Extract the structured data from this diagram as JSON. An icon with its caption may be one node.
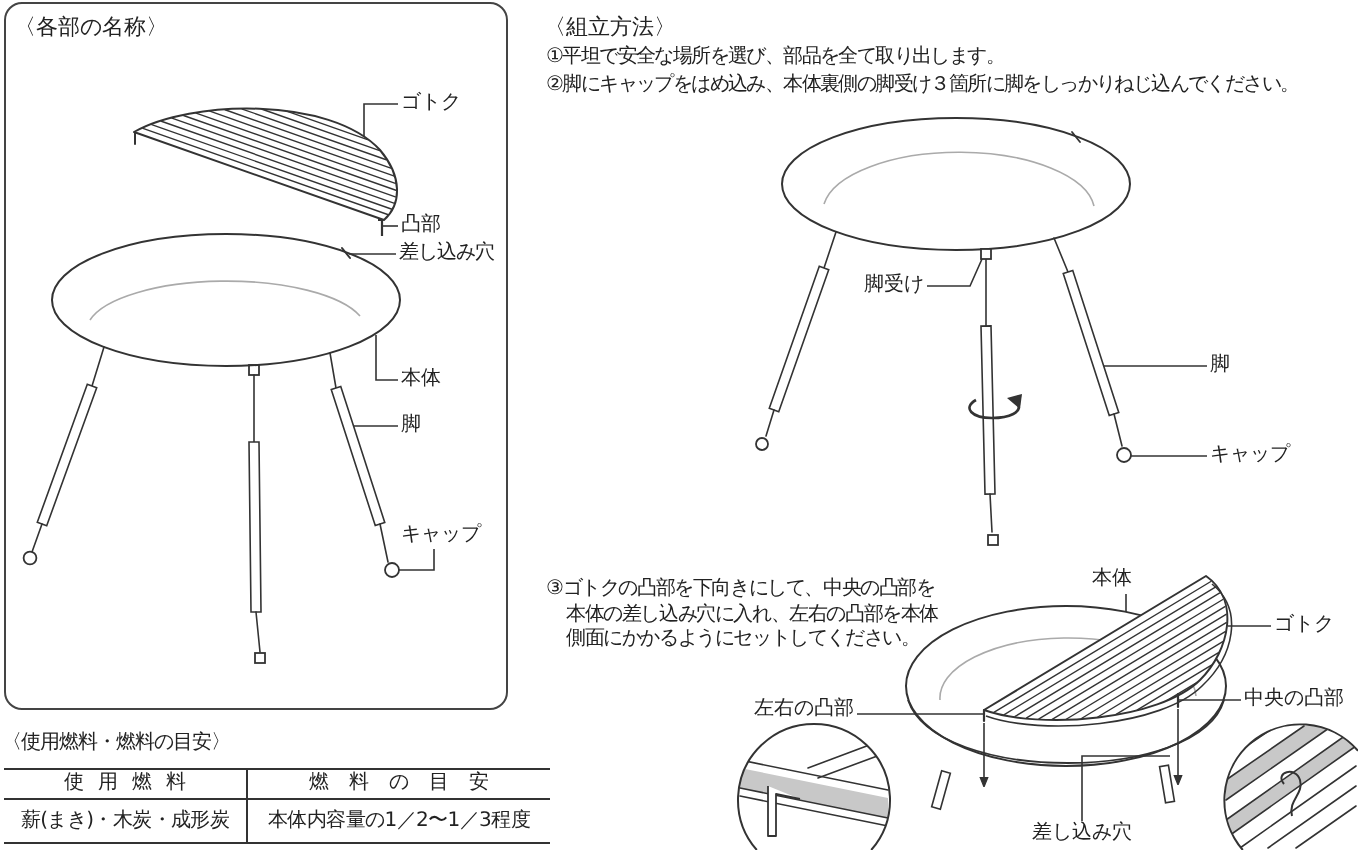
{
  "diagram": {
    "nodes": [
      {
        "text": [
          "〈各部の名称〉"
        ]
      },
      {
        "text": [
          "ゴトク"
        ],
        "in": 0
      },
      {
        "text": [
          "凸部"
        ],
        "in": 0
      },
      {
        "text": [
          "差し込み穴"
        ],
        "in": 0
      },
      {
        "text": [
          "本体"
        ],
        "in": 0
      },
      {
        "text": [
          "脚"
        ],
        "in": 0
      },
      {
        "text": [
          "キャップ"
        ],
        "in": 0
      },
      {
        "text": [],
        "shape": "picture",
        "in": 0
      },
      {
        "text": [],
        "shape": "picture",
        "in": 0
      },
      {
        "text": [],
        "shape": "picture",
        "in": 0
      },
      {
        "text": [],
        "shape": "picture",
        "in": 9
      },
      {
        "text": [],
        "shape": "picture",
        "in": 0
      },
      {
        "text": [],
        "shape": "circle",
        "in": 0
      },
      {
        "text": [
          "脚受け"
        ]
      },
      {
        "text": [
          "脚"
        ]
      },
      {
        "text": [
          "キャップ"
        ]
      },
      {
        "text": [],
        "shape": "box"
      },
      {
        "text": [],
        "shape": "picture"
      },
      {
        "text": [],
        "shape": "circle"
      },
      {
        "text": [
          "本体"
        ]
      },
      {
        "text": [
          "ゴトク"
        ]
      },
      {
        "text": [
          "左右の凸部"
        ]
      },
      {
        "text": [
          "中央の凸部"
        ]
      },
      {
        "text": [
          "差し込み穴"
        ]
      },
      {
        "text": [],
        "shape": "picture"
      },
      {
        "text": [],
        "shape": "picture"
      },
      {
        "text": [],
        "shape": "picture",
        "in": 25
      },
      {
        "text": [],
        "shape": "picture",
        "in": 25
      }
    ],
    "edges": [
      {
        "from": 1,
        "to": 7,
        "arrow": "none"
      },
      {
        "from": 2,
        "to": 8,
        "arrow": "none"
      },
      {
        "from": 3,
        "to": 10,
        "arrow": "none"
      },
      {
        "from": 4,
        "to": 9,
        "arrow": "none"
      },
      {
        "from": 5,
        "to": 11,
        "arrow": "none"
      },
      {
        "from": 6,
        "to": 12,
        "arrow": "none"
      },
      {
        "from": 13,
        "to": 16,
        "arrow": "none"
      },
      {
        "from": 14,
        "to": 17,
        "arrow": "none"
      },
      {
        "from": 15,
        "to": 18,
        "arrow": "none"
      },
      {
        "from": 19,
        "to": 24,
        "arrow": "none"
      },
      {
        "from": 20,
        "to": 25,
        "arrow": "none"
      },
      {
        "from": 21,
        "to": 26,
        "arrow": "none"
      },
      {
        "from": 22,
        "to": 27,
        "arrow": "none"
      },
      {
        "from": 23,
        "to": 24,
        "arrow": "none"
      },
      {
        "from": 26,
        "to": 24,
        "arrow": "to"
      },
      {
        "from": 27,
        "to": 24,
        "arrow": "to"
      }
    ],
    "labels": [
      "〈使用燃料・燃料の目安〉",
      "使用燃料",
      "燃料の目安",
      "薪(まき)・木炭・成形炭",
      "本体内容量の1／2〜1／3程度",
      "〈組立方法〉",
      "①平坦で安全な場所を選び、部品を全て取り出します。",
      "②脚にキャップをはめ込み、本体裏側の脚受け３箇所に脚をしっかりねじ込んでください。",
      "③ゴトクの凸部を下向きにして、中央の凸部を本体の差し込み穴に入れ、左右の凸部を本体側面にかかるようにセットしてください。"
    ]
  }
}
